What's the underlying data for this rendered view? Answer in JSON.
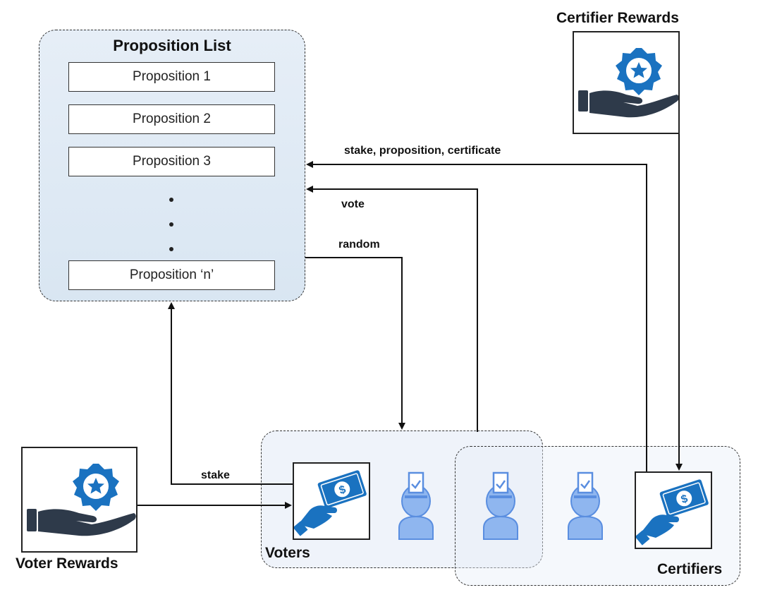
{
  "proposition_list": {
    "title": "Proposition List",
    "items": [
      "Proposition 1",
      "Proposition 2",
      "Proposition 3"
    ],
    "last_item": "Proposition ‘n’"
  },
  "labels": {
    "certifier_rewards": "Certifier Rewards",
    "voter_rewards": "Voter Rewards",
    "voters": "Voters",
    "certifiers": "Certifiers"
  },
  "edges": {
    "stake_proposition_certificate": "stake, proposition, certificate",
    "vote": "vote",
    "random": "random",
    "stake": "stake"
  },
  "colors": {
    "icon_blue": "#1a72c0",
    "hand_dark": "#2e3a4a",
    "person_light": "#8fb6ef",
    "person_stroke": "#5a8ee0",
    "panel_bg": "#dde8f3"
  },
  "icons": [
    "star-badge-icon",
    "hand-icon",
    "money-hand-icon",
    "person-ballot-icon"
  ]
}
